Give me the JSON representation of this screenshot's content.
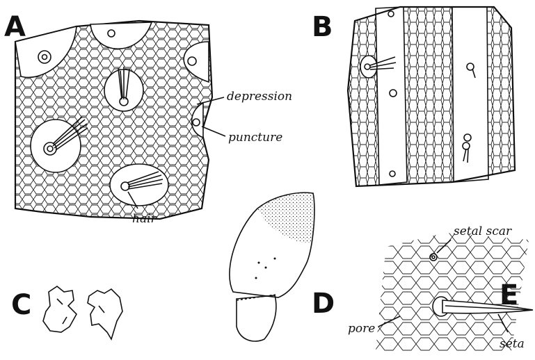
{
  "panels": {
    "a": {
      "letter": "A",
      "labels": {
        "depression": "depression",
        "puncture": "puncture",
        "hair": "hair"
      }
    },
    "b": {
      "letter": "B"
    },
    "c": {
      "letter": "C"
    },
    "d": {
      "letter": "D"
    },
    "e": {
      "letter": "E",
      "labels": {
        "setal_scar": "setal scar",
        "pore": "pore",
        "seta": "seta"
      }
    }
  },
  "colors": {
    "ink": "#111111",
    "paper": "#ffffff"
  }
}
